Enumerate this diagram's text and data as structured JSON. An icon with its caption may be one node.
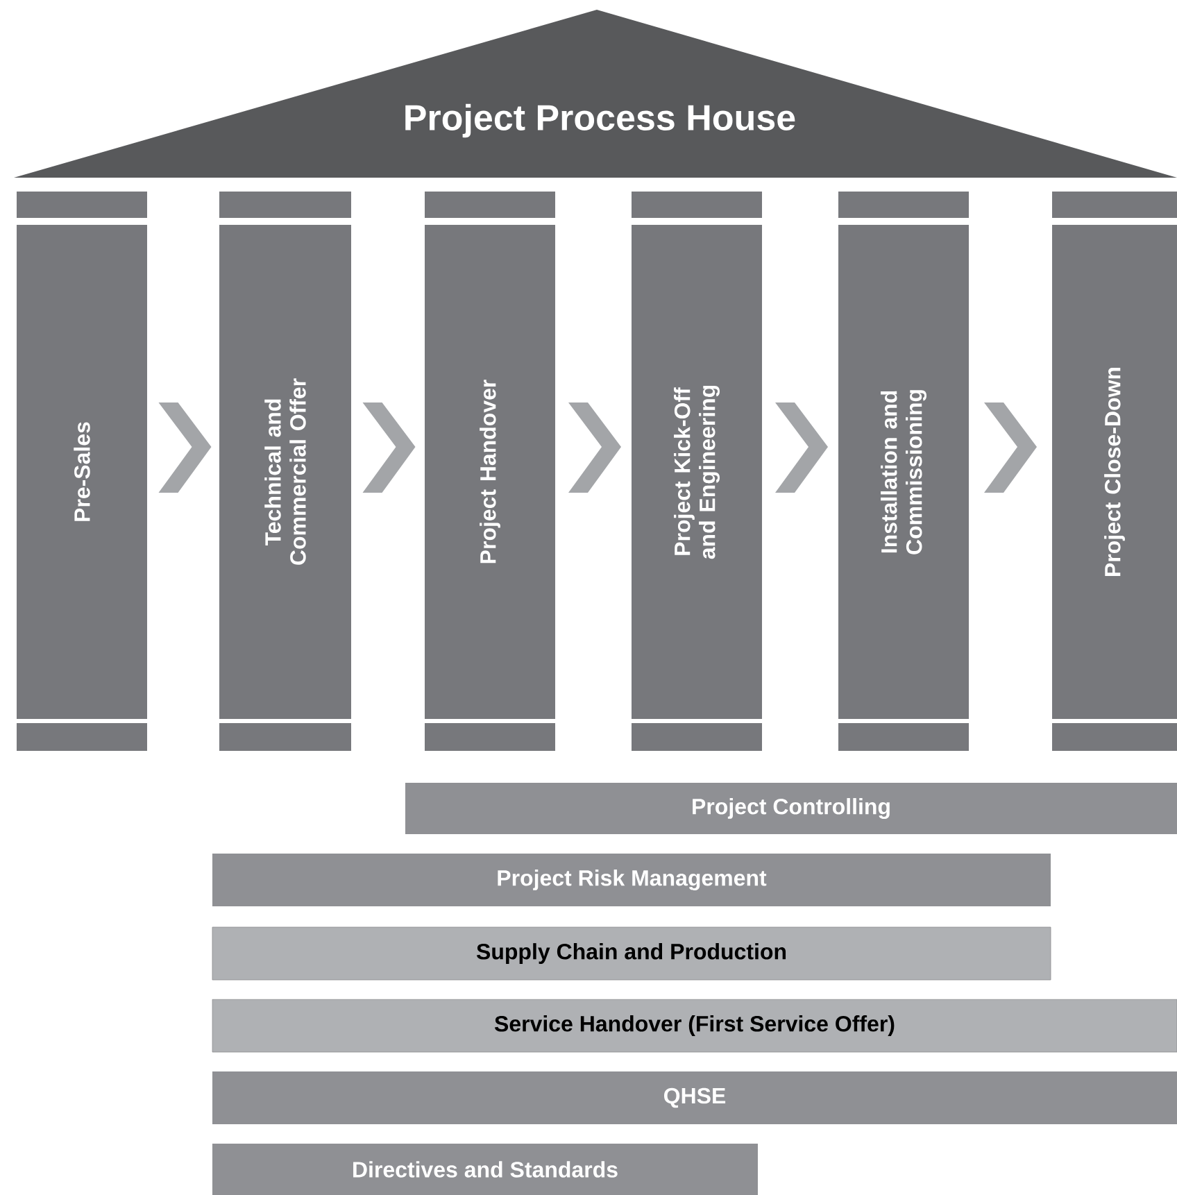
{
  "diagram": {
    "nodes": [
      {
        "text": [
          "Project Process House"
        ]
      },
      {
        "text": [
          "Pre-Sales"
        ]
      },
      {
        "text": [
          "Technical and Commercial Offer"
        ]
      },
      {
        "text": [
          "Project Handover"
        ]
      },
      {
        "text": [
          "Project Kick-Off and Engineering"
        ]
      },
      {
        "text": [
          "Installation and Commissioning"
        ]
      },
      {
        "text": [
          "Project Close-Down"
        ]
      },
      {
        "text": [
          "Project Controlling"
        ]
      },
      {
        "text": [
          "Project Risk Management"
        ]
      },
      {
        "text": [
          "Supply Chain and Production"
        ]
      },
      {
        "text": [
          "Service Handover (First Service Offer)"
        ]
      },
      {
        "text": [
          "QHSE"
        ]
      },
      {
        "text": [
          "Directives and Standards"
        ]
      }
    ],
    "edges": [
      {
        "from": 1,
        "to": 2,
        "arrow": "to"
      },
      {
        "from": 2,
        "to": 3,
        "arrow": "to"
      },
      {
        "from": 3,
        "to": 4,
        "arrow": "to"
      },
      {
        "from": 4,
        "to": 5,
        "arrow": "to"
      },
      {
        "from": 5,
        "to": 6,
        "arrow": "to"
      }
    ]
  }
}
